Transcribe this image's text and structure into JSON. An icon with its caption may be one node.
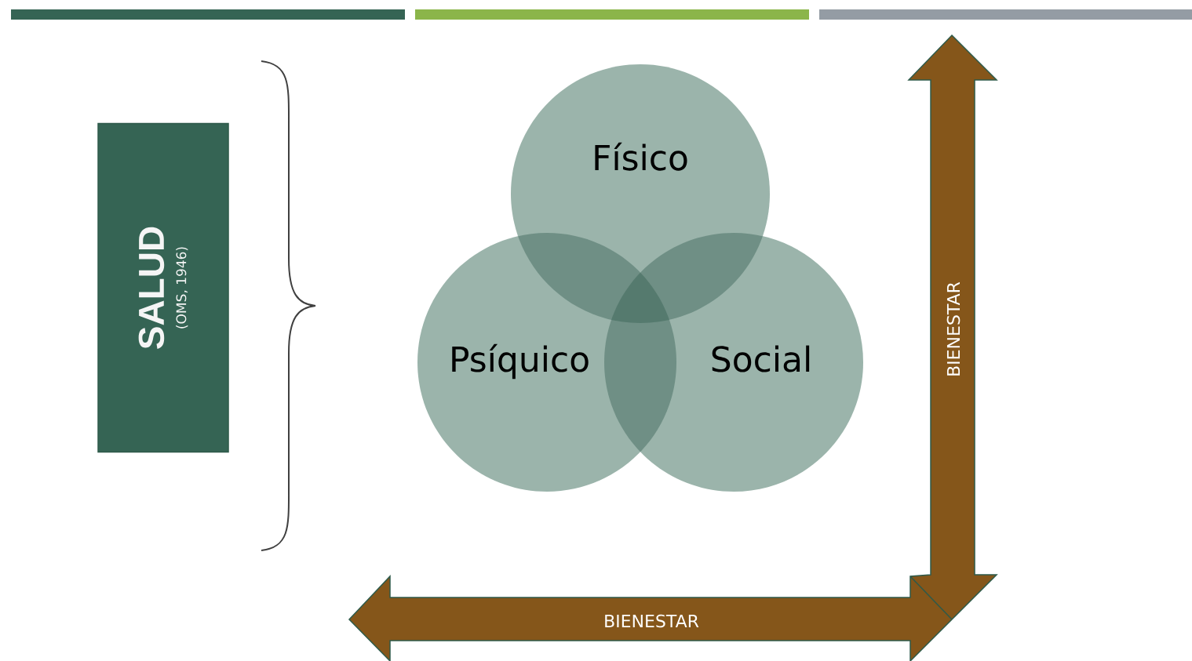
{
  "diagram": {
    "nodes": [
      {
        "text": [
          "SALUD",
          "(OMS, 1946)"
        ]
      },
      {
        "text": [
          "Físico"
        ]
      },
      {
        "text": [
          "Psíquico"
        ]
      },
      {
        "text": [
          "Social"
        ]
      }
    ],
    "labels": [
      "BIENESTAR",
      "BIENESTAR"
    ]
  }
}
